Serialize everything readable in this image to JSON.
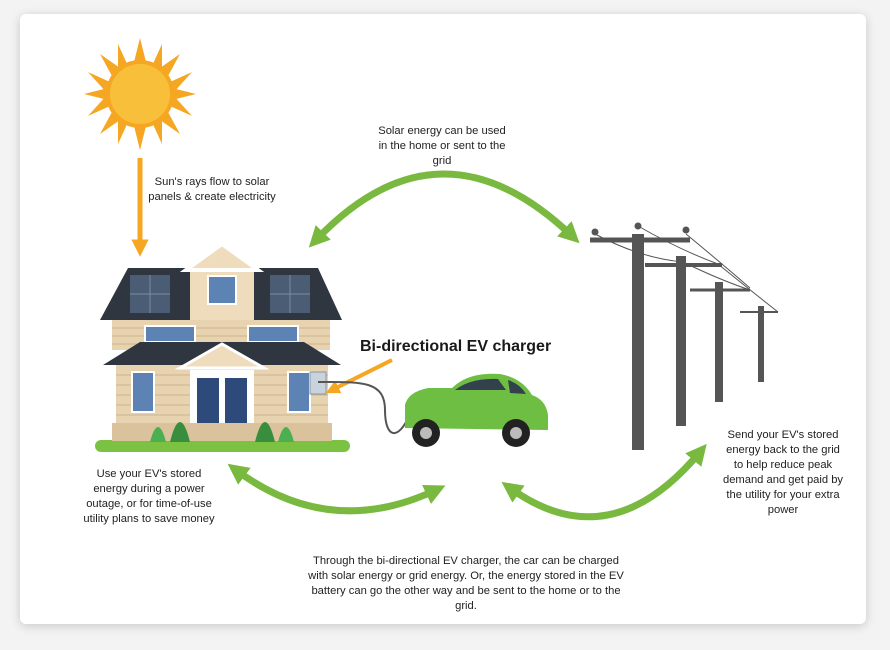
{
  "title": "Bi-directional EV charger",
  "notes": {
    "sun": "Sun's rays flow to solar panels & create electricity",
    "solar": "Solar energy can be used in the home or sent to the grid",
    "home": "Use your EV's stored energy during a power outage, or for time-of-use utility plans to save money",
    "grid": "Send your EV's stored energy back to the grid to help reduce peak demand and get paid by the utility for your extra power",
    "charger": "Through the bi-directional EV charger, the car can be charged with solar energy or grid energy. Or, the energy stored in the EV battery can go the other way and be sent to the home or to the grid."
  },
  "colors": {
    "arrow_green": "#7ab940",
    "sun_orange": "#f5a623",
    "car_green": "#6fbe44",
    "pole_gray": "#555555"
  }
}
